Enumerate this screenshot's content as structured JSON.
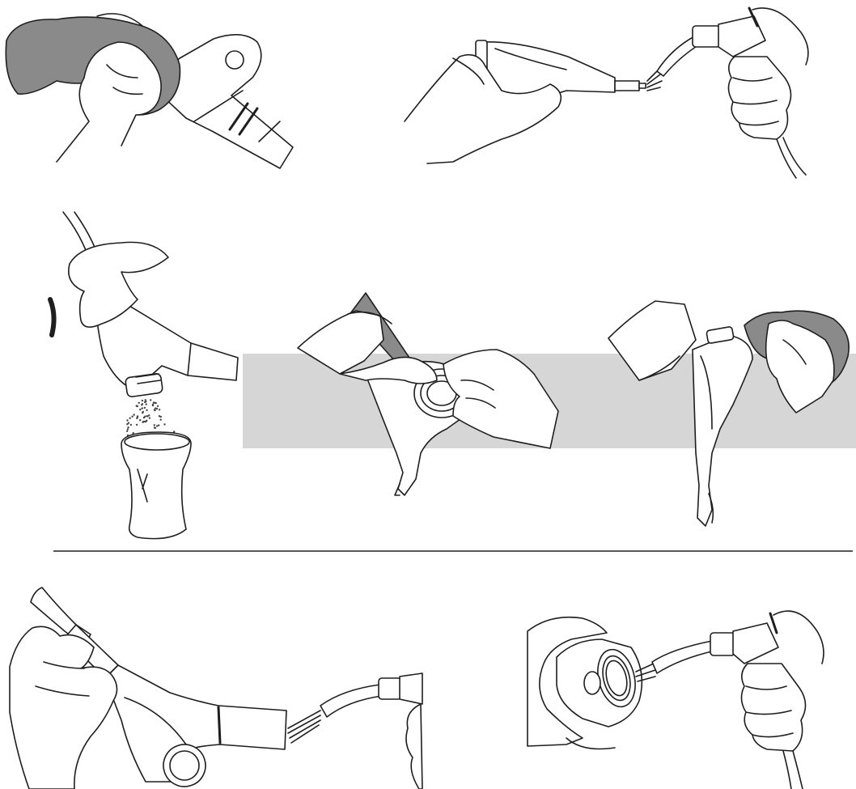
{
  "colors": {
    "background": "#ffffff",
    "line": "#1e1e1e",
    "band_gray": "#d6d6d6",
    "cloth_gray": "#8a8a8a"
  },
  "figure": {
    "panels": [
      {
        "id": "wipe-handpiece-with-cloth",
        "icon": "cloth-wipe-icon"
      },
      {
        "id": "blow-air-into-nozzle-end",
        "icon": "air-syringe-icon"
      },
      {
        "id": "empty-powder-into-cup",
        "icon": "powder-cup-icon"
      },
      {
        "id": "clean-chamber-with-swab",
        "icon": "swab-icon"
      },
      {
        "id": "wipe-thread-with-cloth",
        "icon": "cloth-wipe-icon"
      },
      {
        "id": "blow-air-through-tip",
        "icon": "air-syringe-icon"
      },
      {
        "id": "blow-air-into-chamber-cap",
        "icon": "air-syringe-icon"
      }
    ]
  }
}
